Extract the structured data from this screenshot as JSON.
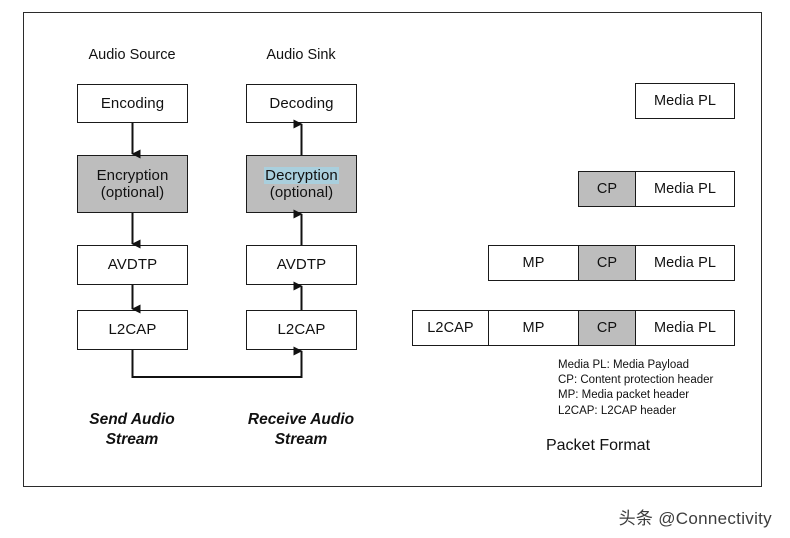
{
  "figure": {
    "columns": {
      "source_title": "Audio Source",
      "sink_title": "Audio Sink"
    },
    "source_stack": [
      {
        "label": "Encoding",
        "sub": "",
        "shaded": false
      },
      {
        "label": "Encryption",
        "sub": "(optional)",
        "shaded": true
      },
      {
        "label": "AVDTP",
        "sub": "",
        "shaded": false
      },
      {
        "label": "L2CAP",
        "sub": "",
        "shaded": false
      }
    ],
    "sink_stack": [
      {
        "label": "Decoding",
        "sub": "",
        "shaded": false
      },
      {
        "label": "Decryption",
        "sub": "(optional)",
        "shaded": true,
        "selected": true
      },
      {
        "label": "AVDTP",
        "sub": "",
        "shaded": false
      },
      {
        "label": "L2CAP",
        "sub": "",
        "shaded": false
      }
    ],
    "flow_labels": {
      "send": "Send Audio\nStream",
      "send_line1": "Send Audio",
      "send_line2": "Stream",
      "receive_line1": "Receive Audio",
      "receive_line2": "Stream"
    },
    "packet_section": {
      "caption": "Packet Format",
      "rows": [
        {
          "cells": [
            {
              "text": "Media PL",
              "shaded": false
            }
          ]
        },
        {
          "cells": [
            {
              "text": "CP",
              "shaded": true
            },
            {
              "text": "Media PL",
              "shaded": false
            }
          ]
        },
        {
          "cells": [
            {
              "text": "MP",
              "shaded": false
            },
            {
              "text": "CP",
              "shaded": true
            },
            {
              "text": "Media PL",
              "shaded": false
            }
          ]
        },
        {
          "cells": [
            {
              "text": "L2CAP",
              "shaded": false
            },
            {
              "text": "MP",
              "shaded": false
            },
            {
              "text": "CP",
              "shaded": true
            },
            {
              "text": "Media PL",
              "shaded": false
            }
          ]
        }
      ],
      "legend": [
        "Media PL: Media Payload",
        "CP: Content protection header",
        "MP: Media packet header",
        "L2CAP: L2CAP header"
      ]
    },
    "colors": {
      "shaded_fill": "#bdbdbd",
      "stroke": "#1a1a1a",
      "frame_stroke": "#2b2b2b",
      "selection_highlight": "#a9cfdd",
      "background": "#ffffff"
    }
  },
  "watermark": {
    "text": "头条 @Connectivity"
  }
}
